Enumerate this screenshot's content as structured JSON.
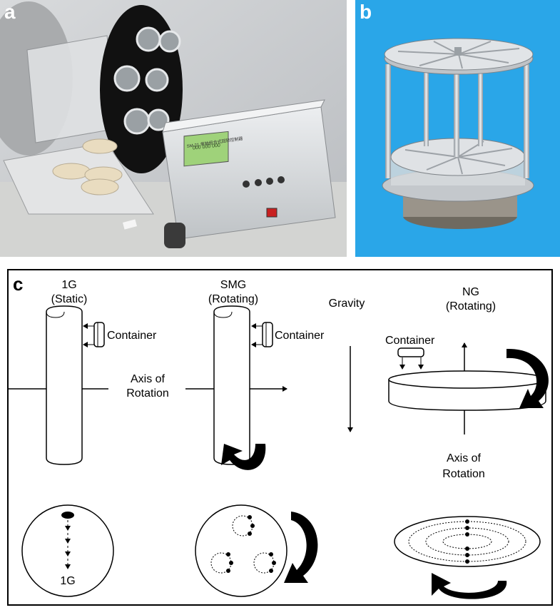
{
  "panels": {
    "a": {
      "letter": "a",
      "letter_color": "#ffffff"
    },
    "b": {
      "letter": "b",
      "letter_color": "#ffffff",
      "background": "#2aa6e8"
    },
    "c": {
      "letter": "c",
      "letter_color": "#000000"
    }
  },
  "photo_a": {
    "device_model": "SM-21",
    "device_title": "单轴组合式回转控制器",
    "display_text": "000 000 000"
  },
  "diagram": {
    "one_g": {
      "title": "1G",
      "subtitle": "(Static)",
      "container_label": "Container",
      "bottom_label": "1G"
    },
    "smg": {
      "title": "SMG",
      "subtitle": "(Rotating)",
      "container_label": "Container"
    },
    "gravity_label": "Gravity",
    "axis_label_line1": "Axis of",
    "axis_label_line2": "Rotation",
    "ng": {
      "title": "NG",
      "subtitle": "(Rotating)",
      "container_label": "Container",
      "axis_label_line1": "Axis of",
      "axis_label_line2": "Rotation"
    }
  },
  "colors": {
    "ink": "#000000",
    "sky_blue": "#2aa6e8",
    "lab_wall": "#c9ccd0",
    "screen_green": "#9fd27a"
  }
}
